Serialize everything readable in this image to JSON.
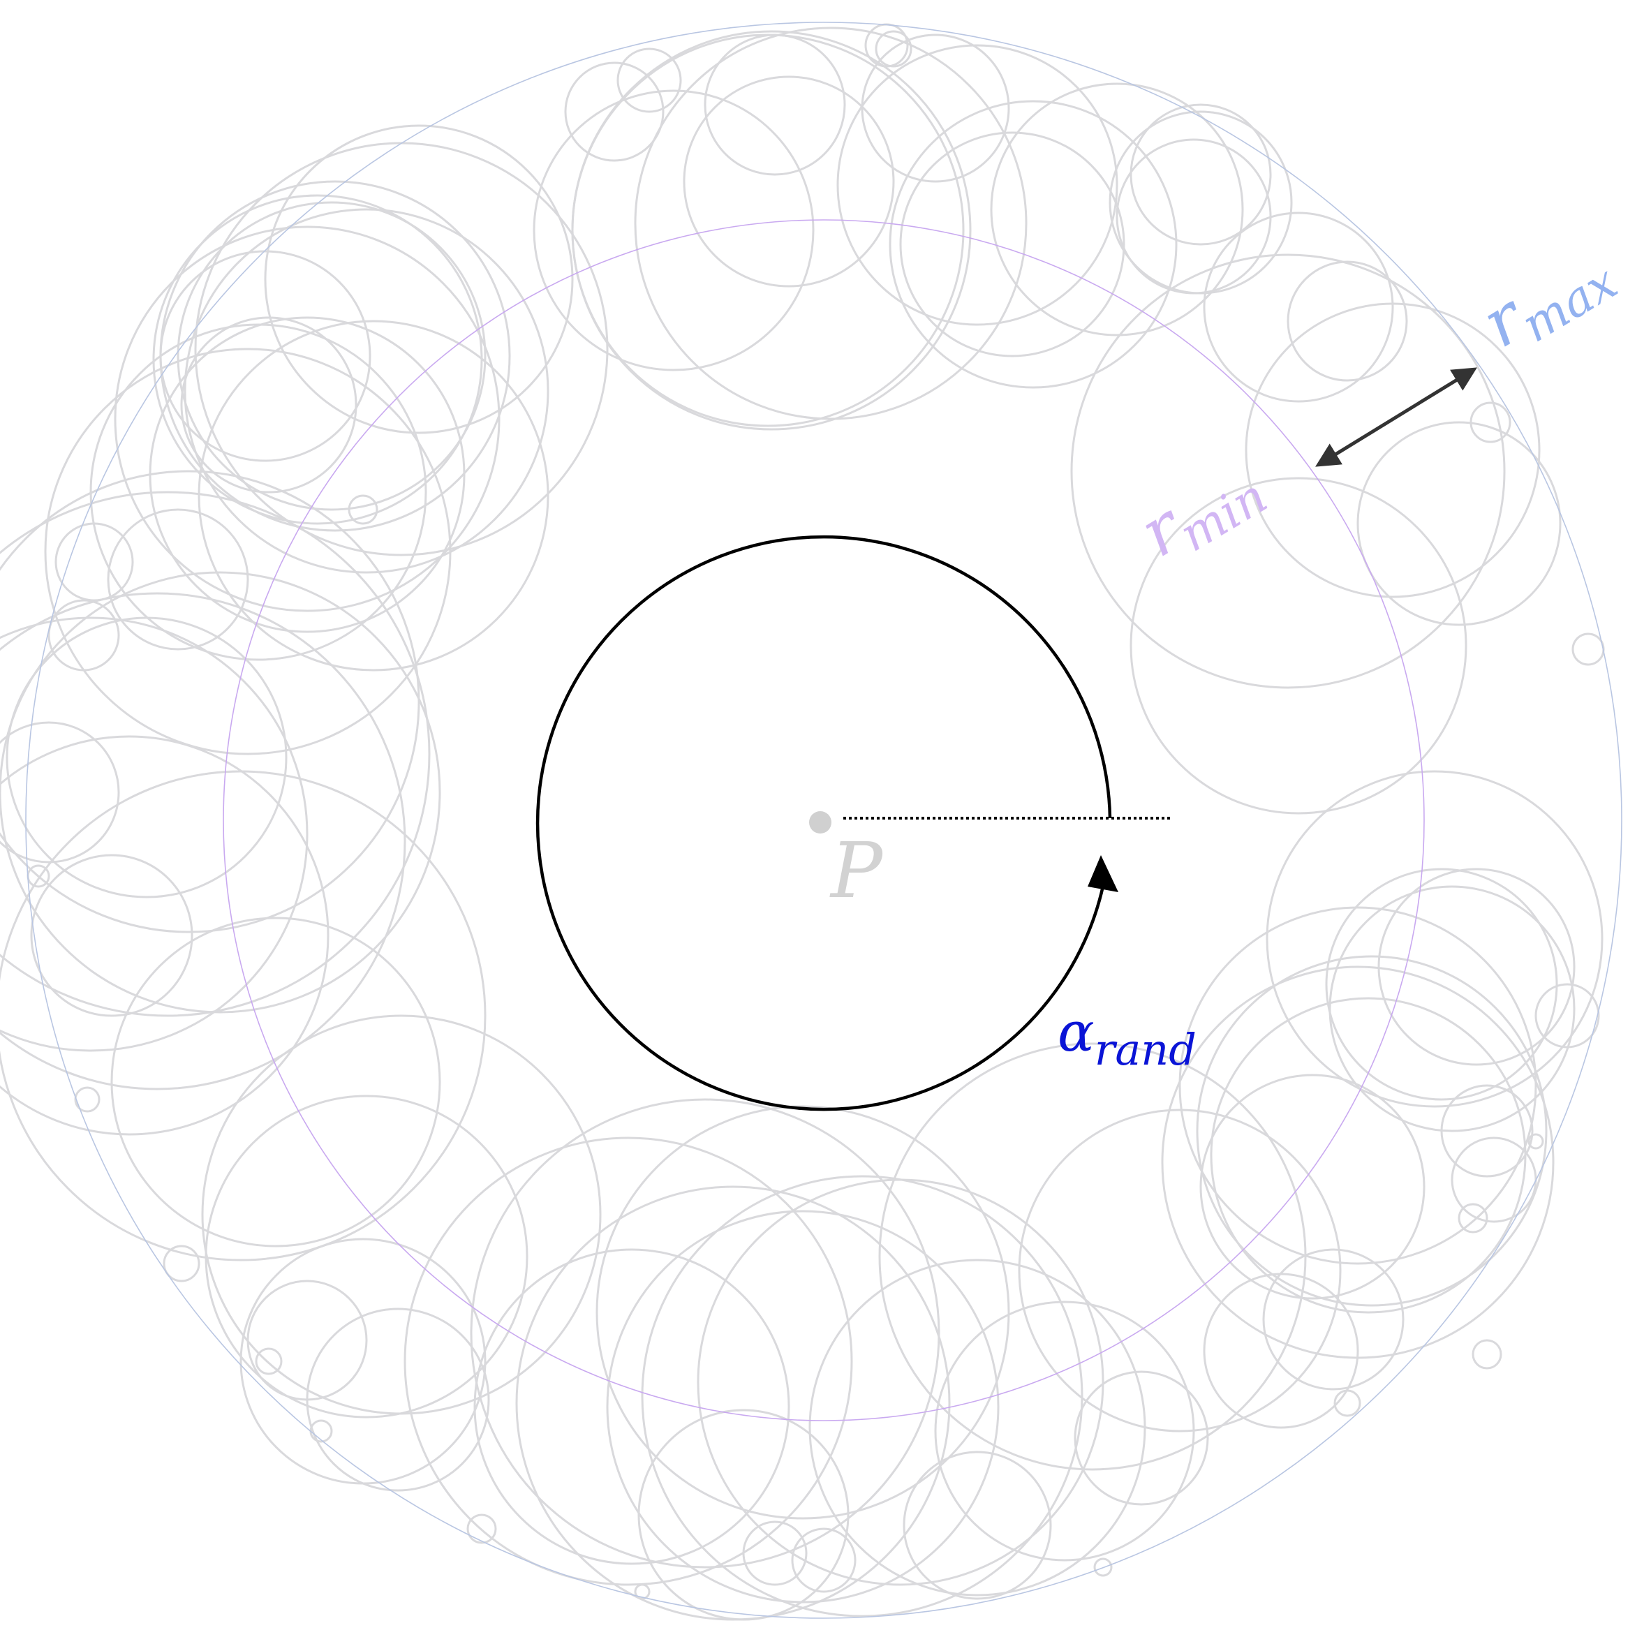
{
  "labels": {
    "r_max": "r",
    "r_max_sub": "max",
    "r_min": "r",
    "r_min_sub": "min",
    "center": "P",
    "angle": "α",
    "angle_sub": "rand"
  },
  "colors": {
    "background": "#ffffff",
    "scatter_circle": "#d9d9dc",
    "outer_boundary": "#b9c6e2",
    "inner_boundary": "#c9a9f0",
    "r_max_label": "#93b2f0",
    "r_min_label": "#d2b6f4",
    "arrow": "#333333",
    "rotation_circle": "#000000",
    "angle_label": "#0a14d6",
    "center_point": "#d0d0d0",
    "center_label": "#d2d2d2"
  }
}
